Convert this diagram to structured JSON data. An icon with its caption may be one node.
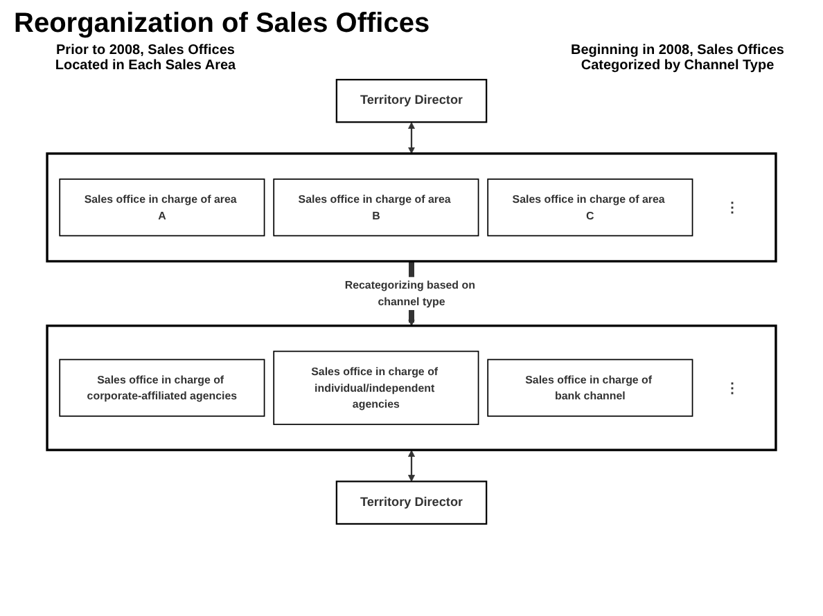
{
  "diagram": {
    "title": "Reorganization of Sales Offices",
    "nodes": [
      {
        "text": [
          "Territory Director"
        ]
      },
      {
        "text": [],
        "shape": "box"
      },
      {
        "text": [
          "Sales office in charge of area A"
        ],
        "in": 1
      },
      {
        "text": [
          "Sales office in charge of area B"
        ],
        "in": 1
      },
      {
        "text": [
          "Sales office in charge of area C"
        ],
        "in": 1
      },
      {
        "text": [
          "⋮"
        ],
        "in": 1
      },
      {
        "text": [
          "Territory Director"
        ]
      },
      {
        "text": [],
        "shape": "box"
      },
      {
        "text": [
          "Sales office in charge of corporate-affiliated agencies"
        ],
        "in": 7
      },
      {
        "text": [
          "Sales office in charge of individual/independent agencies"
        ],
        "in": 7
      },
      {
        "text": [
          "Sales office in charge of bank channel"
        ],
        "in": 7
      },
      {
        "text": [
          "⋮"
        ],
        "in": 7
      }
    ],
    "edges": [
      {
        "from": 0,
        "to": 1,
        "arrow": "both"
      },
      {
        "from": 1,
        "to": 7,
        "arrow": "to",
        "label": "Recategorizing based on channel type",
        "style": "thick"
      },
      {
        "from": 7,
        "to": 6,
        "arrow": "both"
      }
    ],
    "labels": [
      "Prior to 2008, Sales Offices Located in Each Sales Area",
      "Beginning in 2008, Sales Offices Categorized by Channel Type"
    ]
  }
}
